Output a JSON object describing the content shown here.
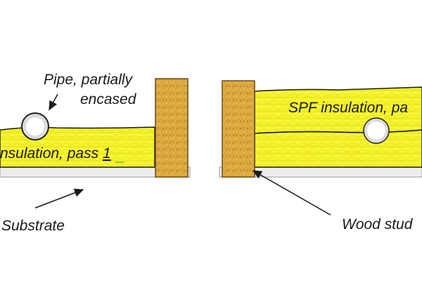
{
  "labels": {
    "pipe_line1": "Pipe, partially",
    "pipe_line2": "encased",
    "spf_pass2": "SPF insulation, pa",
    "insulation_pass1_prefix": "nsulation, pass ",
    "insulation_pass1_num": "1",
    "substrate": "Substrate",
    "wood_stud": "Wood stud"
  },
  "colors": {
    "insulation_yellow": "#f4f224",
    "insulation_light": "#fafb8a",
    "wood": "#d9a53b",
    "wood_dark": "#a8782a",
    "substrate": "#ededed",
    "line": "#1a1a1a"
  },
  "icons": [
    "pipe-icon",
    "arrow-icon"
  ]
}
